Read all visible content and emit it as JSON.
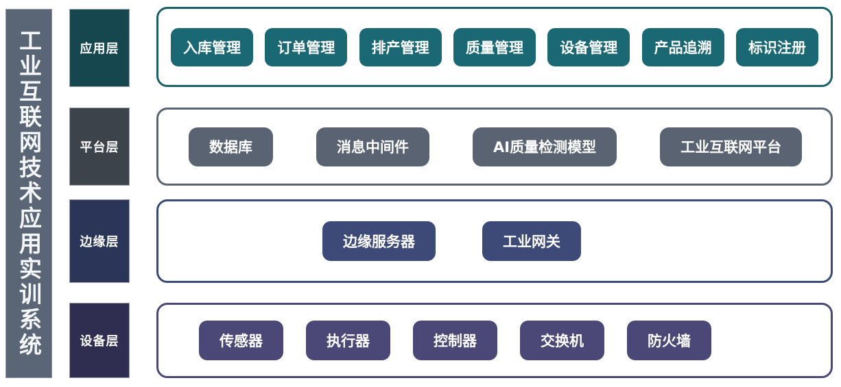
{
  "diagram": {
    "vertical_title": "工业互联网技术应用实训系统",
    "title_bar_color": "#5a6676",
    "layers": [
      {
        "key": "app",
        "label": "应用层",
        "label_color": "#16474f",
        "panel_border_color": "#196069",
        "pill_color": "#1a6874",
        "nodes": [
          {
            "label": "入库管理"
          },
          {
            "label": "订单管理"
          },
          {
            "label": "排产管理"
          },
          {
            "label": "质量管理"
          },
          {
            "label": "设备管理"
          },
          {
            "label": "产品追溯"
          },
          {
            "label": "标识注册"
          }
        ]
      },
      {
        "key": "platform",
        "label": "平台层",
        "label_color": "#3d434b",
        "panel_border_color": "#5b6472",
        "pill_color": "#5a6371",
        "nodes": [
          {
            "label": "数据库"
          },
          {
            "label": "消息中间件"
          },
          {
            "label": "AI质量检测模型"
          },
          {
            "label": "工业互联网平台"
          }
        ]
      },
      {
        "key": "edge",
        "label": "边缘层",
        "label_color": "#2b3557",
        "panel_border_color": "#3b4a75",
        "pill_color": "#3d4a78",
        "nodes": [
          {
            "label": "边缘服务器"
          },
          {
            "label": "工业网关"
          }
        ]
      },
      {
        "key": "device",
        "label": "设备层",
        "label_color": "#2f2e51",
        "panel_border_color": "#4b4878",
        "pill_color": "#4b4878",
        "nodes": [
          {
            "label": "传感器"
          },
          {
            "label": "执行器"
          },
          {
            "label": "控制器"
          },
          {
            "label": "交换机"
          },
          {
            "label": "防火墙"
          }
        ]
      }
    ]
  }
}
